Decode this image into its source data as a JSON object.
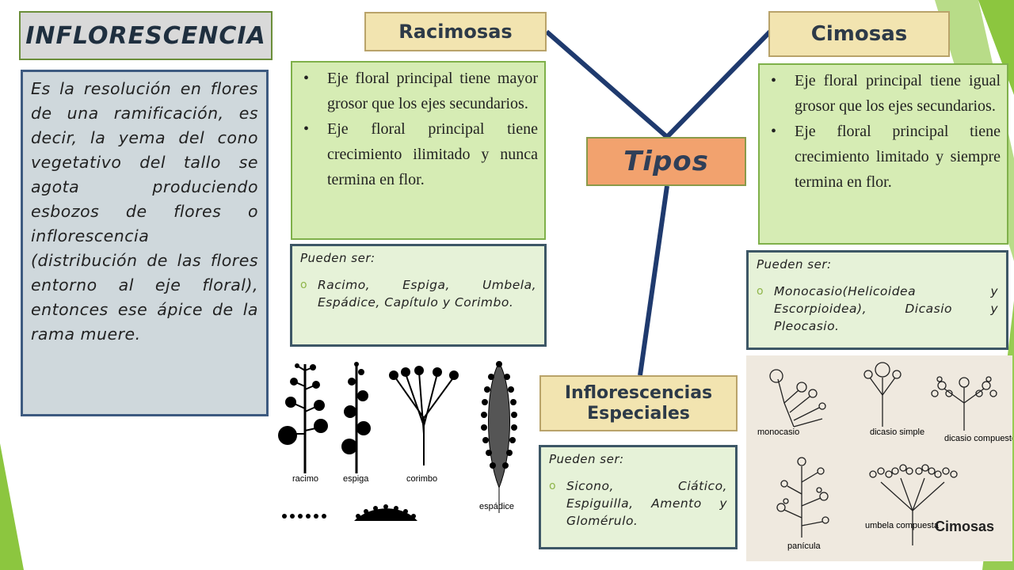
{
  "title": "INFLORESCENCIA",
  "definition": "Es la resolución en flores de una ramificación, es decir, la yema del cono vegetativo del tallo se agota produciendo esbozos de flores o inflorescencia (distribución de las flores entorno al eje floral), entonces ese ápice de la rama muere.",
  "center": "Tipos",
  "racimosas": {
    "label": "Racimosas",
    "bullets": [
      "Eje floral principal tiene mayor grosor que los ejes secundarios.",
      "Eje floral principal tiene crecimiento ilimitado y nunca termina en flor."
    ],
    "sub_title": "Pueden ser:",
    "sub_text": "Racimo, Espiga, Umbela, Espádice, Capítulo y Corimbo.",
    "figure_labels": [
      "racimo",
      "espiga",
      "corimbo",
      "espádice"
    ]
  },
  "cimosas": {
    "label": "Cimosas",
    "bullets": [
      "Eje floral principal tiene igual grosor que los ejes secundarios.",
      "Eje floral principal tiene crecimiento limitado y siempre termina en flor."
    ],
    "sub_title": "Pueden ser:",
    "sub_text": "Monocasio(Helicoidea y Escorpioidea), Dicasio y Pleocasio.",
    "figure_labels": {
      "monocasio": "monocasio",
      "dicasio_simple": "dicasio simple",
      "dicasio_compuesto": "dicasio compuesto",
      "panicula": "panícula",
      "umbela": "umbela compuesta",
      "caption": "Cimosas"
    }
  },
  "especiales": {
    "label": "Inflorescencias Especiales",
    "sub_title": "Pueden ser:",
    "sub_text": "Sicono, Ciático, Espiguilla, Amento y Glomérulo."
  },
  "colors": {
    "accent_green": "#8cc63f",
    "connector": "#1f3a6e",
    "center_fill": "#f2a26e",
    "label_fill": "#f2e4b0",
    "bullet_box": "#d6ecb4"
  }
}
